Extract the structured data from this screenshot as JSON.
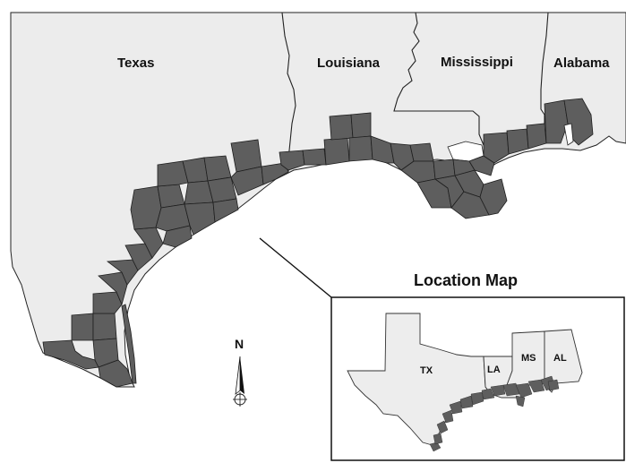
{
  "main_map": {
    "states": [
      {
        "key": "texas",
        "label": "Texas"
      },
      {
        "key": "louisiana",
        "label": "Louisiana"
      },
      {
        "key": "mississippi",
        "label": "Mississippi"
      },
      {
        "key": "alabama",
        "label": "Alabama"
      }
    ]
  },
  "north_arrow": {
    "label": "N",
    "icon": "north-arrow-icon"
  },
  "location_map": {
    "title": "Location Map",
    "states": [
      {
        "key": "tx",
        "label": "TX"
      },
      {
        "key": "la",
        "label": "LA"
      },
      {
        "key": "ms",
        "label": "MS"
      },
      {
        "key": "al",
        "label": "AL"
      }
    ]
  },
  "colors": {
    "land": "#ececec",
    "study_counties": "#5e5e5e",
    "water": "#ffffff",
    "border": "#222222"
  }
}
